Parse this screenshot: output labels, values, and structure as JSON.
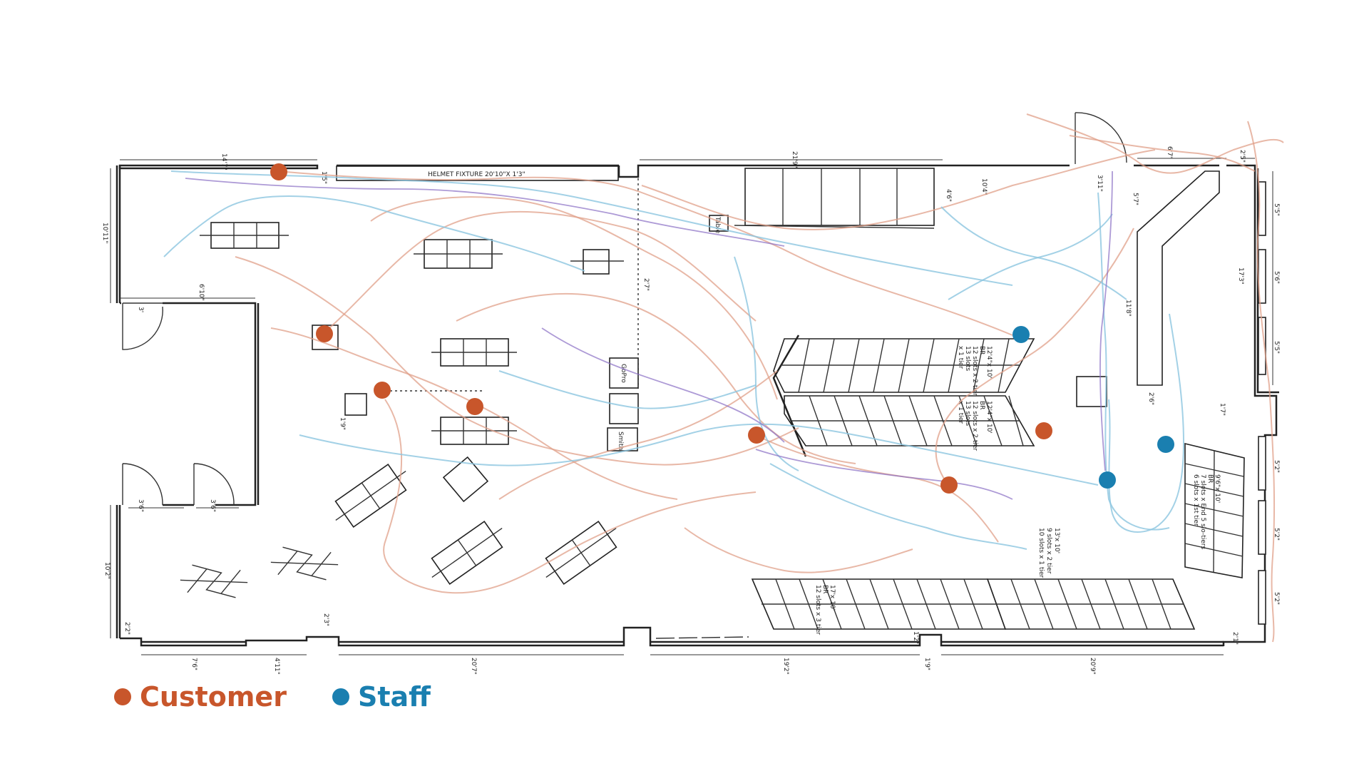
{
  "colors": {
    "customer": "#c8562b",
    "staff": "#1a7fb0"
  },
  "legend": [
    {
      "label": "Customer",
      "color": "#c8562b"
    },
    {
      "label": "Staff",
      "color": "#1a7fb0"
    }
  ],
  "fixture_labels": {
    "helmet": "HELMET FIXTURE 20'10\"X 1'3\"",
    "gopro": "GoPro",
    "smith": "Smith",
    "table": "Table"
  },
  "dimensions": {
    "d1": "14'7\"",
    "d2": "21'9\"",
    "d3": "6'7\"",
    "d4": "2'5\"",
    "d5": "10'11\"",
    "d6": "6'10\"",
    "d7": "3'",
    "d8": "1'5\"",
    "d9": "2'7\"",
    "d10": "3'6\"",
    "d11": "3'6\"",
    "d12": "10'2\"",
    "d13": "2'2\"",
    "d14": "7'6\"",
    "d15": "4'11\"",
    "d16": "20'7\"",
    "d17": "19'2\"",
    "d18": "1'9\"",
    "d19": "20'9\"",
    "d20": "2'1\"",
    "d21": "17'3\"",
    "d22": "10'4\"",
    "d23": "3'11\"",
    "d24": "5'7\"",
    "d25": "4'6\"",
    "d26": "11'8\"",
    "d27": "2'6\"",
    "d28": "5'5\"",
    "d29": "5'6\"",
    "d30": "5'5\"",
    "d31": "5'2\"",
    "d32": "5'2\"",
    "d33": "5'2\"",
    "d34": "1'7\"",
    "d35": "2'3\"",
    "d36": "1'2\"",
    "d37": "1'9\""
  },
  "wall_notes": {
    "n1": [
      "12'4\"x 10'",
      "BR",
      "12 slots x 2 tier",
      "13 slots",
      "x 1 tier"
    ],
    "n2": [
      "12'4\"x 10'",
      "BR",
      "12 slots x 2 tier",
      "13 slots",
      "x 1 tier"
    ],
    "n3": [
      "13'x 10'",
      "9 slots x 2 tier",
      "10 slots x 1 tier"
    ],
    "n4": [
      "17'x 10'",
      "BR",
      "12 slots x 3 tier"
    ],
    "n5": [
      "9'6\"x 10'",
      "BR",
      "7 slots x End 5 slo-tiers",
      "6 slots x 1st tier"
    ]
  }
}
